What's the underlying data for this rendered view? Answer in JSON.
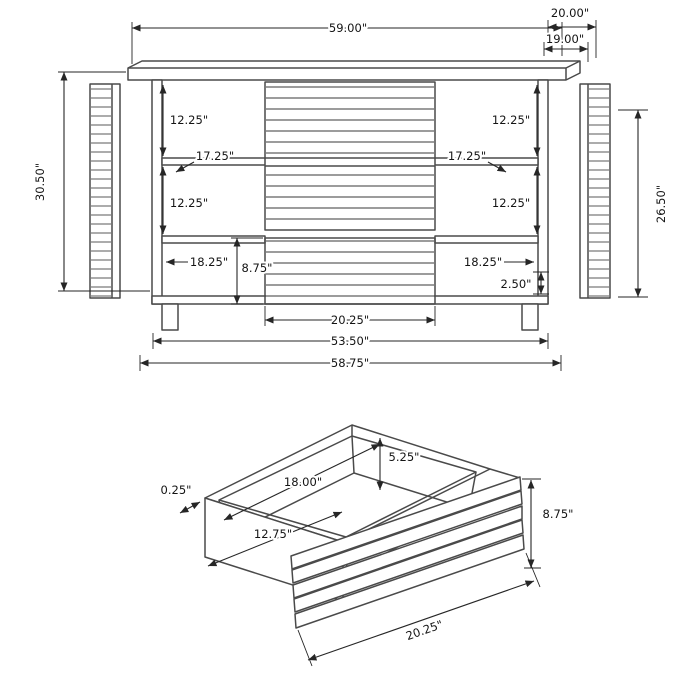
{
  "page": {
    "colors": {
      "background": "#ffffff",
      "furniture_line": "#4a4a4a",
      "dimension_line": "#262626",
      "text": "#141414"
    }
  },
  "front_view": {
    "name": "sideboard-front-elevation",
    "dims": {
      "top_width": "59.00\"",
      "top_depth": "20.00\"",
      "body_depth": "19.00\"",
      "overall_height": "30.50\"",
      "right_interior_height": "26.50\"",
      "upper_left_opening_height": "12.25\"",
      "lower_left_opening_height": "12.25\"",
      "upper_right_opening_height": "12.25\"",
      "lower_right_opening_height": "12.25\"",
      "left_shelf_width": "17.25\"",
      "right_shelf_width": "17.25\"",
      "left_lower_shelf_width": "18.25\"",
      "right_lower_shelf_width": "18.25\"",
      "drawer_front_height": "8.75\"",
      "base_clearance": "2.50\"",
      "drawer_front_width": "20.25\"",
      "interior_width": "53.50\"",
      "base_width": "58.75\""
    }
  },
  "drawer_view": {
    "name": "drawer-isometric",
    "dims": {
      "interior_height": "5.25\"",
      "interior_width": "18.00\"",
      "bottom_lip": "0.25\"",
      "interior_depth": "12.75\"",
      "front_height": "8.75\"",
      "front_width": "20.25\""
    }
  }
}
